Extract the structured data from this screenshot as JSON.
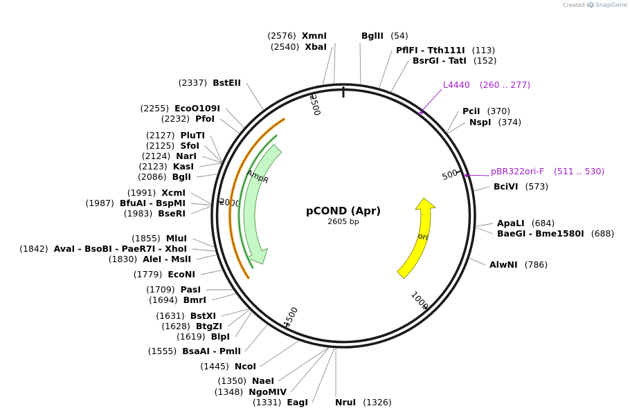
{
  "credit": {
    "created_by": "Created by",
    "brand": "SnapGene"
  },
  "plasmid": {
    "name": "pCOND (Apr)",
    "length_label": "2605 bp",
    "total_bp": 2605
  },
  "colors": {
    "ring": "#1a1a1a",
    "site_line": "#8c8c8c",
    "feature_purple": "#a11fd0",
    "ori": "#ffff00",
    "ampr": "#c6f7c6",
    "orange": "#f0a020",
    "green": "#1a8a1a"
  },
  "ring_ticks": [
    {
      "bp": 500,
      "label": "500"
    },
    {
      "bp": 1000,
      "label": "1000"
    },
    {
      "bp": 1500,
      "label": "1500"
    },
    {
      "bp": 2000,
      "label": "2000"
    },
    {
      "bp": 2500,
      "label": "2500"
    }
  ],
  "features": [
    {
      "id": "ori",
      "label": "ori",
      "start": 985,
      "end": 560,
      "color": "#ffff00"
    },
    {
      "id": "ampr",
      "label": "AmpR",
      "start": 2285,
      "end": 1730,
      "color": "#c6f7c6"
    }
  ],
  "primers": [
    {
      "id": "l4440",
      "name": "L4440",
      "range": "(260 .. 277)",
      "bp": 268
    },
    {
      "id": "pbr322ori",
      "name": "pBR322ori-F",
      "range": "(511 .. 530)",
      "bp": 520
    }
  ],
  "sites": [
    {
      "id": "xmni",
      "pos": "(2576)",
      "name": "XmnI",
      "bp": 2576,
      "side": "L"
    },
    {
      "id": "bglii",
      "pos": "(54)",
      "name": "BglII",
      "bp": 54,
      "side": "R"
    },
    {
      "id": "xbai",
      "pos": "(2540)",
      "name": "XbaI",
      "bp": 2540,
      "side": "L"
    },
    {
      "id": "pflfi",
      "pos": "(113)",
      "name": "PflFI  - Tth111I",
      "bp": 113,
      "side": "R"
    },
    {
      "id": "bsrgi",
      "pos": "(152)",
      "name": "BsrGI  - TatI",
      "bp": 152,
      "side": "R"
    },
    {
      "id": "bsteii",
      "pos": "(2337)",
      "name": "BstEII",
      "bp": 2337,
      "side": "L"
    },
    {
      "id": "ecoo109i",
      "pos": "(2255)",
      "name": "EcoO109I",
      "bp": 2255,
      "side": "L"
    },
    {
      "id": "pcii",
      "pos": "(370)",
      "name": "PciI",
      "bp": 370,
      "side": "R"
    },
    {
      "id": "pfoi",
      "pos": "(2232)",
      "name": "PfoI",
      "bp": 2232,
      "side": "L"
    },
    {
      "id": "nspi",
      "pos": "(374)",
      "name": "NspI",
      "bp": 374,
      "side": "R"
    },
    {
      "id": "pluti",
      "pos": "(2127)",
      "name": "PluTI",
      "bp": 2127,
      "side": "L"
    },
    {
      "id": "sfoi",
      "pos": "(2125)",
      "name": "SfoI",
      "bp": 2125,
      "side": "L"
    },
    {
      "id": "nari",
      "pos": "(2124)",
      "name": "NarI",
      "bp": 2124,
      "side": "L"
    },
    {
      "id": "kasi",
      "pos": "(2123)",
      "name": "KasI",
      "bp": 2123,
      "side": "L"
    },
    {
      "id": "bgli",
      "pos": "(2086)",
      "name": "BglI",
      "bp": 2086,
      "side": "L"
    },
    {
      "id": "bcivi",
      "pos": "(573)",
      "name": "BciVI",
      "bp": 573,
      "side": "R"
    },
    {
      "id": "xcmi",
      "pos": "(1991)",
      "name": "XcmI",
      "bp": 1991,
      "side": "L"
    },
    {
      "id": "bfuai",
      "pos": "(1987)",
      "name": "BfuAI  - BspMI",
      "bp": 1987,
      "side": "L"
    },
    {
      "id": "bseri",
      "pos": "(1983)",
      "name": "BseRI",
      "bp": 1983,
      "side": "L"
    },
    {
      "id": "apali",
      "pos": "(684)",
      "name": "ApaLI",
      "bp": 684,
      "side": "R"
    },
    {
      "id": "baegi",
      "pos": "(688)",
      "name": "BaeGI  - Bme1580I",
      "bp": 688,
      "side": "R"
    },
    {
      "id": "mlui",
      "pos": "(1855)",
      "name": "MluI",
      "bp": 1855,
      "side": "L"
    },
    {
      "id": "avai",
      "pos": "(1842)",
      "name": "AvaI  - BsoBI  - PaeR7I  - XhoI",
      "bp": 1842,
      "side": "L"
    },
    {
      "id": "alei",
      "pos": "(1830)",
      "name": "AleI  - MslI",
      "bp": 1830,
      "side": "L"
    },
    {
      "id": "alwni",
      "pos": "(786)",
      "name": "AlwNI",
      "bp": 786,
      "side": "R"
    },
    {
      "id": "ecoNI",
      "pos": "(1779)",
      "name": "EcoNI",
      "bp": 1779,
      "side": "L"
    },
    {
      "id": "pasi",
      "pos": "(1709)",
      "name": "PasI",
      "bp": 1709,
      "side": "L"
    },
    {
      "id": "bmri",
      "pos": "(1694)",
      "name": "BmrI",
      "bp": 1694,
      "side": "L"
    },
    {
      "id": "bstxi",
      "pos": "(1631)",
      "name": "BstXI",
      "bp": 1631,
      "side": "L"
    },
    {
      "id": "btgzi",
      "pos": "(1628)",
      "name": "BtgZI",
      "bp": 1628,
      "side": "L"
    },
    {
      "id": "blpi",
      "pos": "(1619)",
      "name": "BlpI",
      "bp": 1619,
      "side": "L"
    },
    {
      "id": "bsaai",
      "pos": "(1555)",
      "name": "BsaAI  - PmlI",
      "bp": 1555,
      "side": "L"
    },
    {
      "id": "ncoi",
      "pos": "(1445)",
      "name": "NcoI",
      "bp": 1445,
      "side": "L"
    },
    {
      "id": "naei",
      "pos": "(1350)",
      "name": "NaeI",
      "bp": 1350,
      "side": "L"
    },
    {
      "id": "ngomiv",
      "pos": "(1348)",
      "name": "NgoMIV",
      "bp": 1348,
      "side": "L"
    },
    {
      "id": "eagi",
      "pos": "(1331)",
      "name": "EagI",
      "bp": 1331,
      "side": "L"
    },
    {
      "id": "nrui",
      "pos": "(1326)",
      "name": "NruI",
      "bp": 1326,
      "side": "R"
    }
  ]
}
